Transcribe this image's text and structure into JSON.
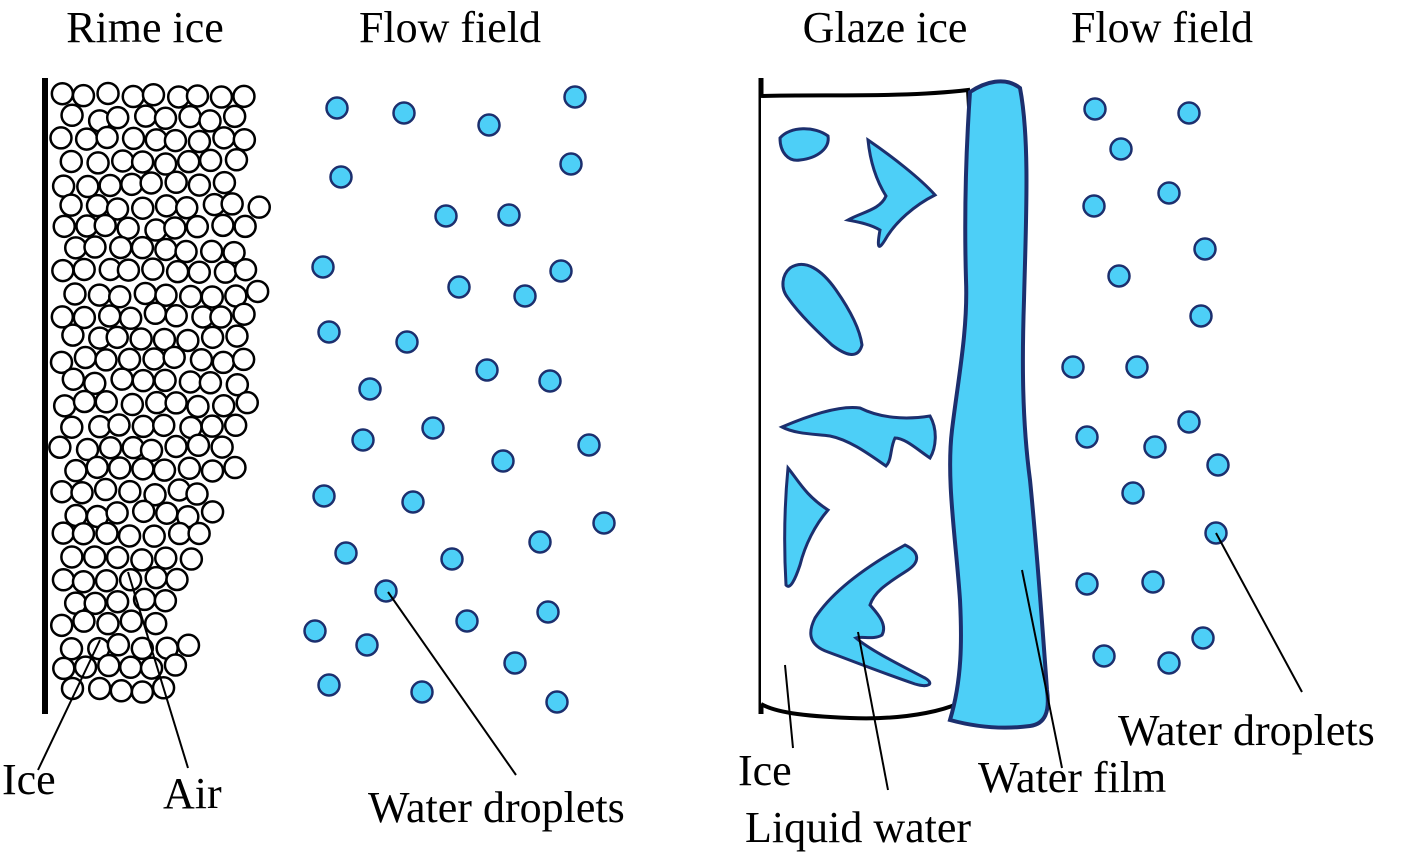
{
  "colors": {
    "water": "#4dcff7",
    "water_outline": "#1c2f6e",
    "ink": "#000000",
    "bubble_fill": "#ffffff"
  },
  "left_panel": {
    "rime_title": "Rime ice",
    "flow_title": "Flow field",
    "ice_label": "Ice",
    "air_label": "Air",
    "droplets_label": "Water droplets"
  },
  "right_panel": {
    "glaze_title": "Glaze ice",
    "flow_title": "Flow field",
    "ice_label": "Ice",
    "liquid_label": "Liquid water",
    "film_label": "Water film",
    "droplets_label": "Water droplets"
  }
}
